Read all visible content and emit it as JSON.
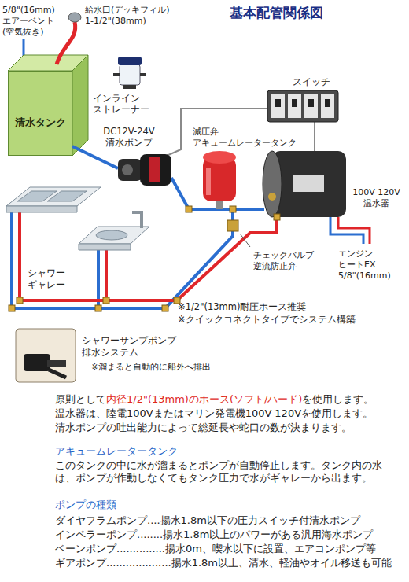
{
  "diagram": {
    "title": "基本配管関係図",
    "nodes": [
      {
        "text": [
          "清水タンク"
        ]
      }
    ],
    "labels": [
      "5/8\"(16mm) エアーベント (空気抜き)",
      "給水口(デッキフィル) 1-1/2\"(38mm)",
      "インライン ストレーナー",
      "DC12V-24V 清水ポンプ",
      "スイッチ",
      "減圧弁 アキュームレータータンク",
      "100V-120V 温水器",
      "エンジン ヒートEX 5/8\"(16mm)",
      "チェックバルブ 逆流防止弁",
      "シャワー ギャレー",
      "※1/2\"(13mm)耐圧ホース推奨",
      "※クイックコネクトタイプでシステム構築",
      "シャワーサンプポンプ 排水システム",
      "※溜まると自動的に船外へ排出",
      "原則として",
      "内径1/2\"(13mm)のホース(ソフト/ハード)",
      "を使用します。",
      "温水器は、陸電100Vまたはマリン発電機100V-120Vを使用します。",
      "清水ポンプの吐出能力によって総延長や蛇口の数が決まります。",
      "アキュームレータータンク",
      "このタンクの中に水が溜まるとポンプが自動停止します。タンク内の水は、ポンプが作動しなくてもタンク圧力で水がギャレーから出ます。",
      "ポンプの種類",
      "ダイヤフラムポンプ....揚水1.8m以下の圧力スイッチ付清水ポンプ",
      "インペラーポンプ........揚水1.8m以上のパワーがある汎用海水ポンプ",
      "ベーンポンプ...............揚水0m、喫水以下に設置、エアコンポンプ等",
      "ギアポンプ....................揚水1.8m以上、清水、軽油やオイル移送も可能"
    ]
  }
}
